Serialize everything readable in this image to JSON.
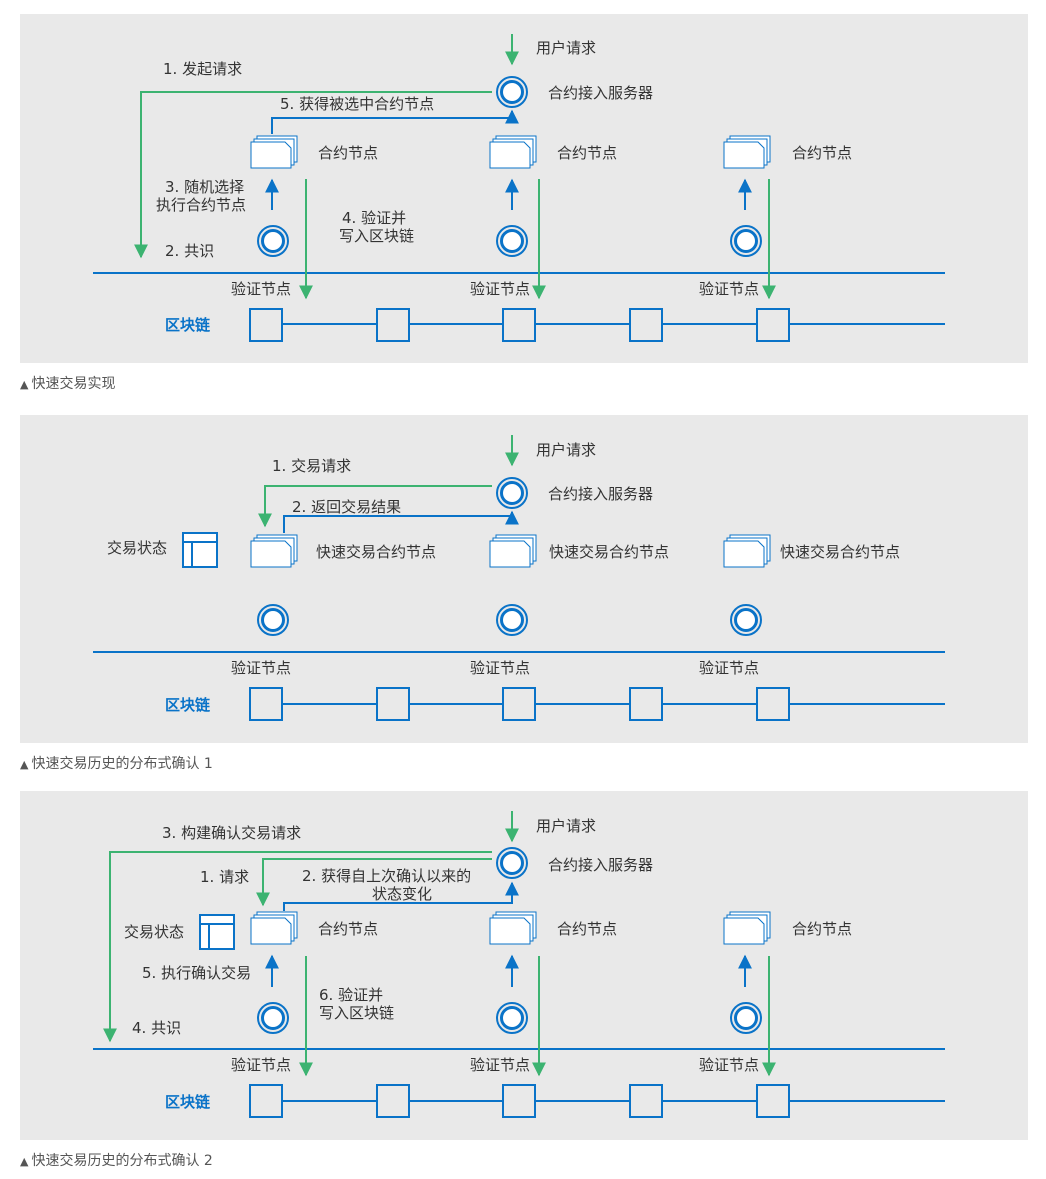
{
  "colors": {
    "blue": "#0a73c8",
    "green": "#3cb371",
    "panel": "#e9e9e9",
    "text": "#333333"
  },
  "icons": {
    "server": "ring-node-icon",
    "contract": "stacked-pages-icon",
    "state": "grid-table-icon",
    "block": "block-square-icon"
  },
  "diagrams": [
    {
      "caption": "快速交易实现",
      "user_request": "用户请求",
      "server_label": "合约接入服务器",
      "node_labels": [
        "合约节点",
        "合约节点",
        "合约节点"
      ],
      "validator_labels": [
        "验证节点",
        "验证节点",
        "验证节点"
      ],
      "blockchain_label": "区块链",
      "steps": {
        "s1": "1. 发起请求",
        "s5": "5. 获得被选中合约节点",
        "s3a": "3. 随机选择",
        "s3b": "执行合约节点",
        "s4a": "4. 验证并",
        "s4b": "写入区块链",
        "s2": "2. 共识"
      }
    },
    {
      "caption": "快速交易历史的分布式确认 1",
      "user_request": "用户请求",
      "server_label": "合约接入服务器",
      "state_label": "交易状态",
      "node_labels": [
        "快速交易合约节点",
        "快速交易合约节点",
        "快速交易合约节点"
      ],
      "validator_labels": [
        "验证节点",
        "验证节点",
        "验证节点"
      ],
      "blockchain_label": "区块链",
      "steps": {
        "s1": "1. 交易请求",
        "s2": "2. 返回交易结果"
      }
    },
    {
      "caption": "快速交易历史的分布式确认 2",
      "user_request": "用户请求",
      "server_label": "合约接入服务器",
      "state_label": "交易状态",
      "node_labels": [
        "合约节点",
        "合约节点",
        "合约节点"
      ],
      "validator_labels": [
        "验证节点",
        "验证节点",
        "验证节点"
      ],
      "blockchain_label": "区块链",
      "steps": {
        "s3": "3. 构建确认交易请求",
        "s1": "1. 请求",
        "s2a": "2. 获得自上次确认以来的",
        "s2b": "状态变化",
        "s5": "5. 执行确认交易",
        "s6a": "6. 验证并",
        "s6b": "写入区块链",
        "s4": "4. 共识"
      }
    }
  ]
}
